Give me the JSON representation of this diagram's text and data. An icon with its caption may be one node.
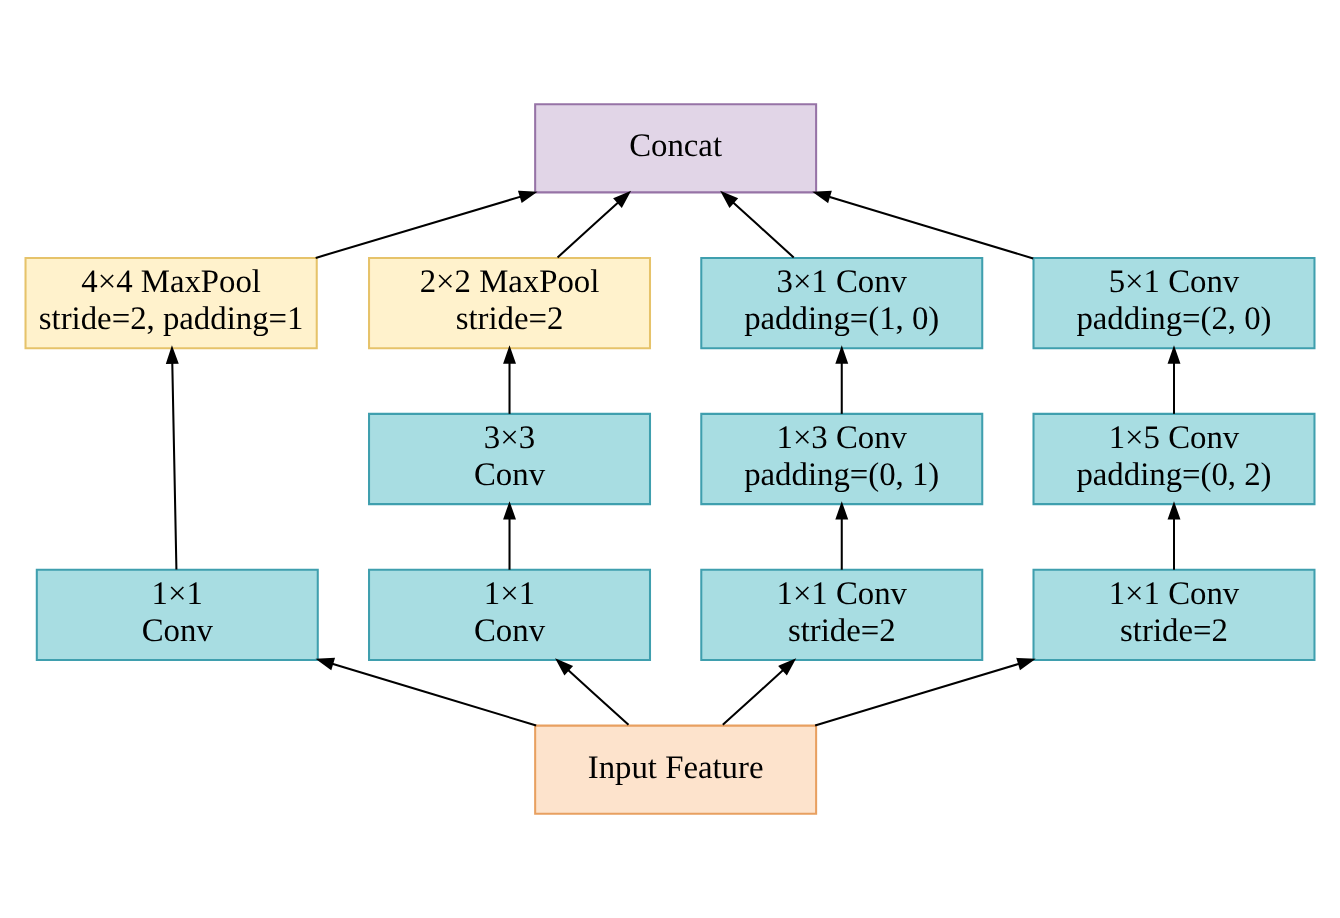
{
  "diagram": {
    "nodes": [
      {
        "text": [
          "Concat"
        ]
      },
      {
        "text": [
          "4×4 MaxPool",
          "stride=2, padding=1"
        ]
      },
      {
        "text": [
          "2×2 MaxPool",
          "stride=2"
        ]
      },
      {
        "text": [
          "3×1 Conv",
          "padding=(1, 0)"
        ]
      },
      {
        "text": [
          "5×1 Conv",
          "padding=(2, 0)"
        ]
      },
      {
        "text": [
          "3×3",
          "Conv"
        ]
      },
      {
        "text": [
          "1×3 Conv",
          "padding=(0, 1)"
        ]
      },
      {
        "text": [
          "1×5 Conv",
          "padding=(0, 2)"
        ]
      },
      {
        "text": [
          "1×1",
          "Conv"
        ]
      },
      {
        "text": [
          "1×1",
          "Conv"
        ]
      },
      {
        "text": [
          "1×1 Conv",
          "stride=2"
        ]
      },
      {
        "text": [
          "1×1 Conv",
          "stride=2"
        ]
      },
      {
        "text": [
          "Input Feature"
        ]
      }
    ],
    "edges": [
      {
        "from": 12,
        "to": 8,
        "arrow": "to"
      },
      {
        "from": 12,
        "to": 9,
        "arrow": "to"
      },
      {
        "from": 12,
        "to": 10,
        "arrow": "to"
      },
      {
        "from": 12,
        "to": 11,
        "arrow": "to"
      },
      {
        "from": 8,
        "to": 1,
        "arrow": "to"
      },
      {
        "from": 9,
        "to": 5,
        "arrow": "to"
      },
      {
        "from": 5,
        "to": 2,
        "arrow": "to"
      },
      {
        "from": 10,
        "to": 6,
        "arrow": "to"
      },
      {
        "from": 6,
        "to": 3,
        "arrow": "to"
      },
      {
        "from": 11,
        "to": 7,
        "arrow": "to"
      },
      {
        "from": 7,
        "to": 4,
        "arrow": "to"
      },
      {
        "from": 1,
        "to": 0,
        "arrow": "to"
      },
      {
        "from": 2,
        "to": 0,
        "arrow": "to"
      },
      {
        "from": 3,
        "to": 0,
        "arrow": "to"
      },
      {
        "from": 4,
        "to": 0,
        "arrow": "to"
      }
    ]
  }
}
